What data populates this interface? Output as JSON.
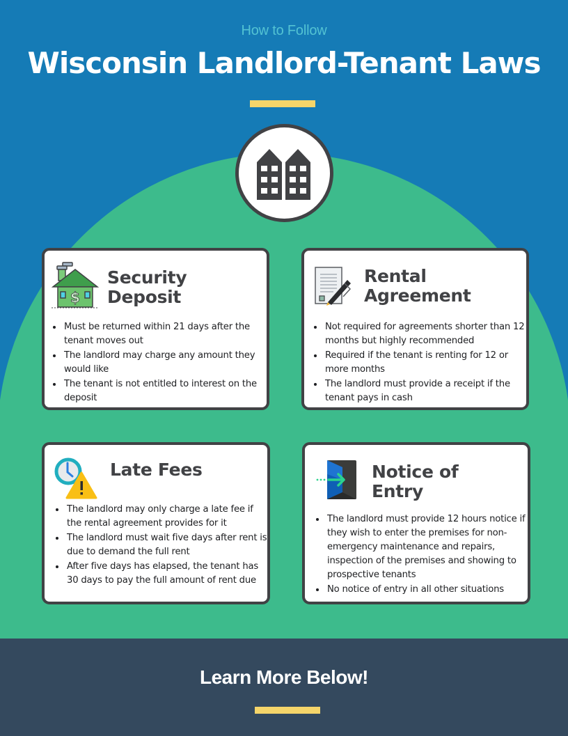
{
  "header": {
    "subtitle": "How to Follow",
    "title": "Wisconsin Landlord-Tenant Laws"
  },
  "hero": {
    "icon": "apartment-buildings-icon"
  },
  "colors": {
    "background_blue": "#157bb6",
    "dome_green": "#3dbb8c",
    "accent_yellow": "#f5d56a",
    "card_border": "#414245",
    "footer_navy": "#34495e",
    "subtitle_teal": "#53c3d3"
  },
  "cards": [
    {
      "title_line1": "Security",
      "title_line2": "Deposit",
      "icon": "house-dollar-icon",
      "items": [
        "Must be returned within 21 days after the tenant moves out",
        "The landlord may charge any amount they would like",
        "The tenant is not entitled to interest on the deposit"
      ]
    },
    {
      "title_line1": "Rental",
      "title_line2": "Agreement",
      "icon": "contract-pen-icon",
      "items": [
        "Not required for agreements shorter than 12 months but highly recommended",
        "Required if the tenant is renting for 12 or more months",
        "The landlord must provide a receipt if the tenant pays in cash"
      ]
    },
    {
      "title_line1": "Late Fees",
      "title_line2": "",
      "icon": "clock-warning-icon",
      "items": [
        "The landlord may only charge a late fee if the rental agreement provides for it",
        "The landlord must wait five days after rent is due to demand the full rent",
        "After five days has elapsed, the tenant has 30 days to pay the full amount of rent due"
      ]
    },
    {
      "title_line1": "Notice of",
      "title_line2": "Entry",
      "icon": "door-entry-icon",
      "items": [
        "The landlord must provide 12 hours notice if they wish to enter the premises for non-emergency maintenance and repairs, inspection of the premises and showing to prospective tenants",
        "No notice of entry in all other situations"
      ]
    }
  ],
  "footer": {
    "title": "Learn More Below!"
  }
}
